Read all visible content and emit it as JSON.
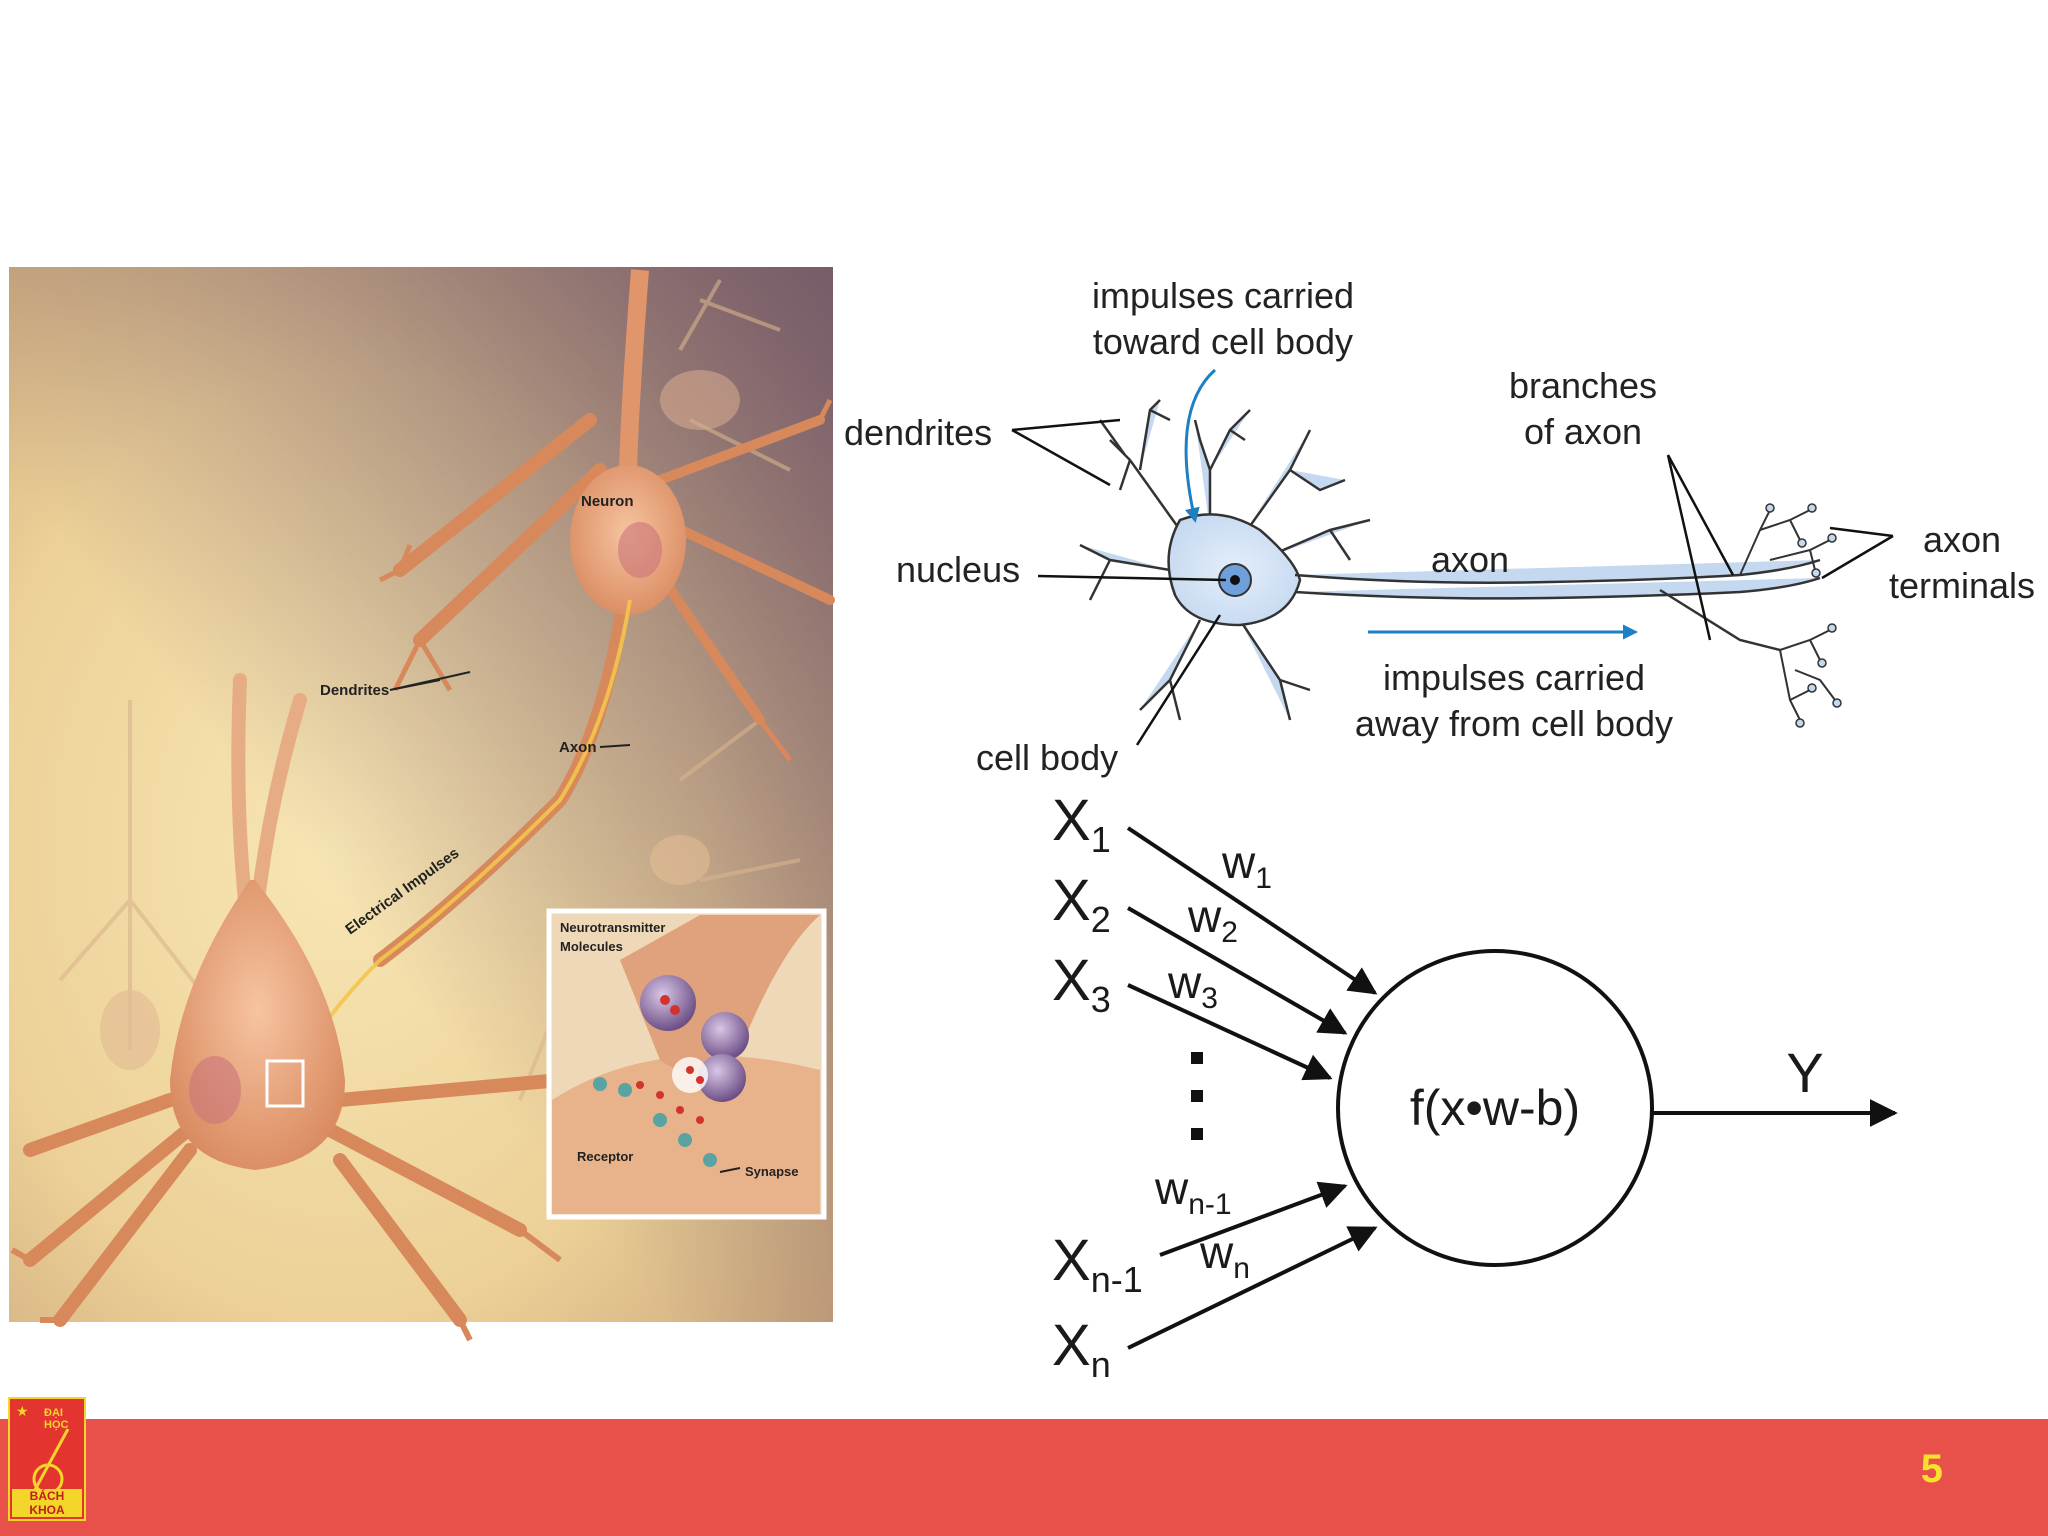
{
  "illustration": {
    "labels": {
      "neuron": "Neuron",
      "dendrites": "Dendrites",
      "axon": "Axon",
      "electrical_impulses": "Electrical Impulses",
      "neurotransmitter": "Neurotransmitter",
      "molecules": "Molecules",
      "receptor": "Receptor",
      "synapse": "Synapse"
    }
  },
  "neuron_diagram": {
    "impulses_toward_line1": "impulses carried",
    "impulses_toward_line2": "toward cell body",
    "dendrites": "dendrites",
    "nucleus": "nucleus",
    "cell_body": "cell body",
    "axon": "axon",
    "branches_line1": "branches",
    "branches_line2": "of axon",
    "axon_terminals_line1": "axon",
    "axon_terminals_line2": "terminals",
    "impulses_away_line1": "impulses carried",
    "impulses_away_line2": "away from cell body"
  },
  "perceptron": {
    "inputs": [
      {
        "base": "X",
        "sub": "1"
      },
      {
        "base": "X",
        "sub": "2"
      },
      {
        "base": "X",
        "sub": "3"
      },
      {
        "base": "X",
        "sub": "n-1"
      },
      {
        "base": "X",
        "sub": "n"
      }
    ],
    "weights": [
      {
        "base": "w",
        "sub": "1"
      },
      {
        "base": "w",
        "sub": "2"
      },
      {
        "base": "w",
        "sub": "3"
      },
      {
        "base": "w",
        "sub": "n-1"
      },
      {
        "base": "w",
        "sub": "n"
      }
    ],
    "function": "f(x•w-b)",
    "output": "Y"
  },
  "footer": {
    "page_number": "5",
    "logo_top": "ĐẠI HỌC",
    "logo_bottom": "BÁCH KHOA",
    "accent_color": "#e8504a",
    "page_number_color": "#f7e02e"
  }
}
